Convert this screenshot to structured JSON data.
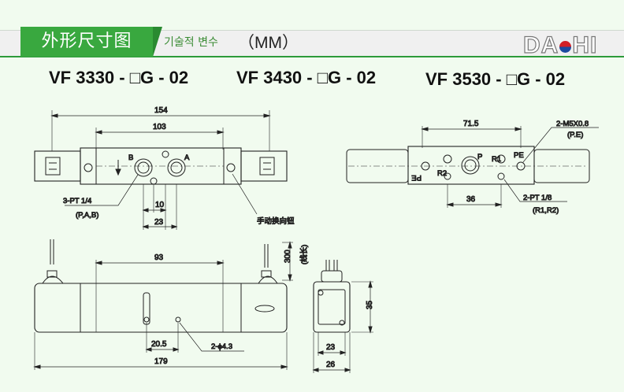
{
  "header": {
    "title": "外形尺寸图",
    "subtitle": "기술적 변수",
    "unit": "（MM）",
    "logo_left": "DA",
    "logo_right": "HI",
    "accent": "#39a83f"
  },
  "models": [
    "VF 3330 - □G - 02",
    "VF 3430 - □G - 02",
    "VF 3530 - □G - 02"
  ],
  "top_view_left": {
    "dim_overall": "154",
    "dim_body": "103",
    "port_b": "B",
    "port_a": "A",
    "port_spec": "3-PT 1/4",
    "port_spec_sub": "(P,A,B)",
    "dim_10": "10",
    "dim_23": "23",
    "manual_override": "手动换向钮"
  },
  "top_view_right": {
    "dim_71_5": "71.5",
    "thread_spec": "2-M5X0.8",
    "thread_sub": "(P.E)",
    "port_pe": "PE",
    "port_p": "P",
    "port_r1": "R1",
    "port_r2": "R2",
    "port_pe_flip": "PE",
    "dim_36": "36",
    "port_spec": "2-PT 1/8",
    "port_spec_sub": "(R1,R2)"
  },
  "side_view": {
    "dim_93": "93",
    "dim_300": "300",
    "wire_len": "(线长)",
    "dim_20_5": "20.5",
    "hole_spec": "2-ϕ4.3",
    "dim_179": "179"
  },
  "end_view": {
    "dim_35": "35",
    "dim_23": "23",
    "dim_26": "26"
  }
}
